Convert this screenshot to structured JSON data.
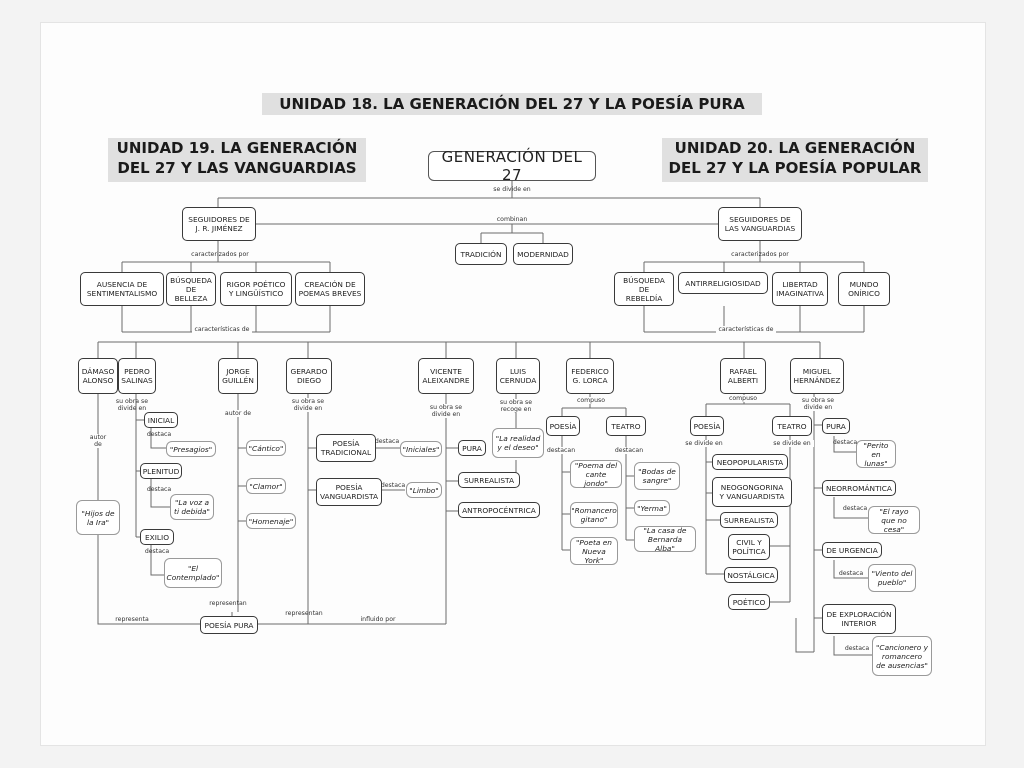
{
  "titles": {
    "u18": "UNIDAD 18. LA GENERACIÓN DEL 27 Y LA POESÍA PURA",
    "u19_l1": "UNIDAD 19. LA GENERACIÓN",
    "u19_l2": "DEL 27 Y LAS VANGUARDIAS",
    "u20_l1": "UNIDAD 20. LA GENERACIÓN",
    "u20_l2": "DEL 27 Y LA POESÍA POPULAR"
  },
  "center": "GENERACIÓN DEL 27",
  "boxes": {
    "seg_jrj": "SEGUIDORES DE\nJ. R. JIMÉNEZ",
    "seg_vang": "SEGUIDORES DE\nLAS VANGUARDIAS",
    "tradicion": "TRADICIÓN",
    "modernidad": "MODERNIDAD",
    "ausencia": "AUSENCIA DE\nSENTIMENTALISMO",
    "busq_belleza": "BÚSQUEDA\nDE BELLEZA",
    "rigor": "RIGOR POÉTICO\nY LINGÜÍSTICO",
    "creacion": "CREACIÓN DE\nPOEMAS BREVES",
    "busq_rebeldia": "BÚSQUEDA DE\nREBELDÍA",
    "antirreligiosidad": "ANTIRRELIGIOSIDAD",
    "libertad": "LIBERTAD\nIMAGINATIVA",
    "mundo": "MUNDO\nONÍRICO",
    "damaso": "DÁMASO\nALONSO",
    "pedro": "PEDRO\nSALINAS",
    "jorge": "JORGE\nGUILLÉN",
    "gerardo": "GERARDO\nDIEGO",
    "vicente": "VICENTE\nALEIXANDRE",
    "luis": "LUIS\nCERNUDA",
    "federico": "FEDERICO\nG. LORCA",
    "rafael": "RAFAEL\nALBERTI",
    "miguel": "MIGUEL\nHERNÁNDEZ",
    "inicial": "INICIAL",
    "plenitud": "PLENITUD",
    "exilio": "EXILIO",
    "poesia_trad": "POESÍA\nTRADICIONAL",
    "poesia_vang": "POESÍA\nVANGUARDISTA",
    "pura_va": "PURA",
    "surrealista_va": "SURREALISTA",
    "antropocentrica": "ANTROPOCÉNTRICA",
    "poesia_fl": "POESÍA",
    "teatro_fl": "TEATRO",
    "poesia_ra": "POESÍA",
    "teatro_ra": "TEATRO",
    "neopopularista": "NEOPOPULARISTA",
    "neogongorina": "NEOGONGORINA\nY VANGUARDISTA",
    "surrealista_ra": "SURREALISTA",
    "civil": "CIVIL Y\nPOLÍTICA",
    "nostalgica": "NOSTÁLGICA",
    "poetico": "POÉTICO",
    "pura_mh": "PURA",
    "neorromantica": "NEORROMÁNTICA",
    "urgencia": "DE URGENCIA",
    "exploracion": "DE EXPLORACIÓN\nINTERIOR",
    "poesia_pura": "POESÍA PURA"
  },
  "works": {
    "hijos": "\"Hijos de\nla Ira\"",
    "presagios": "\"Presagios\"",
    "lavoz": "\"La voz a\nti debida\"",
    "contemplado": "\"El\nContemplado\"",
    "cantico": "\"Cántico\"",
    "clamor": "\"Clamor\"",
    "homenaje": "\"Homenaje\"",
    "iniciales": "\"Iniciales\"",
    "limbo": "\"Limbo\"",
    "realidad": "\"La realidad\ny el deseo\"",
    "poema_cante": "\"Poema del\ncante jondo\"",
    "romancero": "\"Romancero\ngitano\"",
    "poeta_ny": "\"Poeta en\nNueva York\"",
    "bodas": "\"Bodas de\nsangre\"",
    "yerma": "\"Yerma\"",
    "casa": "\"La casa de\nBernarda Alba\"",
    "perito": "\"Perito\nen lunas\"",
    "rayo": "\"El rayo\nque no cesa\"",
    "viento": "\"Viento del\npueblo\"",
    "cancionero": "\"Cancionero y\nromancero\nde ausencias\""
  },
  "labels": {
    "se_divide_en": "se divide en",
    "combinan": "combinan",
    "caract_por_l": "caracterizados por",
    "caract_por_r": "caracterizados por",
    "caract_de_l": "características de",
    "caract_de_r": "características de",
    "autor_de_d": "autor\nde",
    "su_obra_ps": "su obra se\ndivide en",
    "autor_de_jg": "autor de",
    "su_obra_gd": "su obra se\ndivide en",
    "su_obra_va": "su obra se\ndivide en",
    "su_obra_lc": "su obra se\nrecoge en",
    "compuso_fl": "compuso",
    "compuso_ra": "compuso",
    "su_obra_mh": "su obra se\ndivide en",
    "destaca_ini": "destaca",
    "destaca_ple": "destaca",
    "destaca_exi": "destaca",
    "destaca_trad": "destaca",
    "destaca_vang": "destaca",
    "destacan_fp": "destacan",
    "destacan_ft": "destacan",
    "se_divide_rp": "se divide en",
    "se_divide_rt": "se divide en",
    "destaca_pura": "destaca",
    "destaca_neo": "destaca",
    "destaca_urg": "destaca",
    "destaca_exp": "destaca",
    "representan_a": "representan",
    "representan_b": "representan",
    "representa": "representa",
    "influido_por": "influido por"
  }
}
